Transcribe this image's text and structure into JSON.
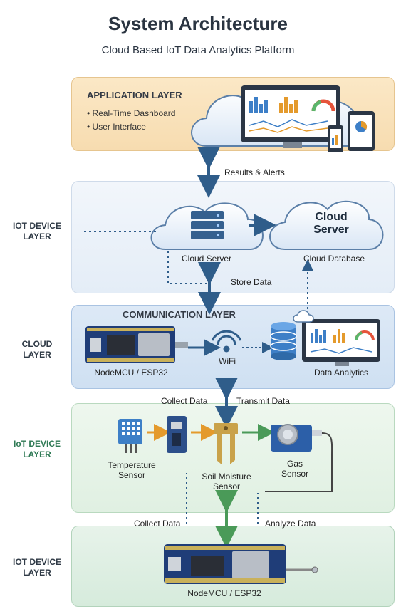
{
  "header": {
    "title": "System Architecture",
    "subtitle": "Cloud Based IoT Data Analytics Platform"
  },
  "layers": {
    "application": {
      "title": "APPLICATION LAYER",
      "bullets": [
        "• Real-Time Dashboard",
        "• User Interface"
      ]
    },
    "iot_device_1": {
      "label_line1": "IOT DEVICE",
      "label_line2": "LAYER"
    },
    "cloud": {
      "label_line1": "CLOUD",
      "label_line2": "LAYER"
    },
    "communication": {
      "title": "COMMUNICATION LAYER"
    },
    "iot_device_2": {
      "label_line1": "IoT DEVICE",
      "label_line2": "LAYER"
    },
    "iot_device_3": {
      "label_line1": "IOT DEVICE",
      "label_line2": "LAYER"
    }
  },
  "nodes": {
    "cloud_server_left": "Cloud Server",
    "cloud_server_right_line1": "Cloud",
    "cloud_server_right_line2": "Server",
    "cloud_database": "Cloud Database",
    "nodemcu_comm": "NodeMCU / ESP32",
    "wifi": "WiFi",
    "data_analytics": "Data Analytics",
    "temperature_sensor_line1": "Temperature",
    "temperature_sensor_line2": "Sensor",
    "soil_sensor_line1": "Soil Moisture",
    "soil_sensor_line2": "Sensor",
    "gas_sensor_line1": "Gas",
    "gas_sensor_line2": "Sensor",
    "nodemcu_bottom": "NodeMCU / ESP32"
  },
  "edges": {
    "results_alerts": "Results & Alerts",
    "store_data": "Store Data",
    "collect_data_top": "Collect Data",
    "transmit_data": "Transmit Data",
    "collect_data_bottom": "Collect Data",
    "analyze_data": "Analyze Data"
  },
  "colors": {
    "app_band": "#fbe8c6",
    "cloud_band": "#e4edf7",
    "comm_band": "#cfe0f2",
    "iot_band": "#e0f0e2",
    "arrow_blue": "#2f5d8a",
    "arrow_green": "#4a9a58",
    "arrow_orange": "#e49a2c"
  }
}
